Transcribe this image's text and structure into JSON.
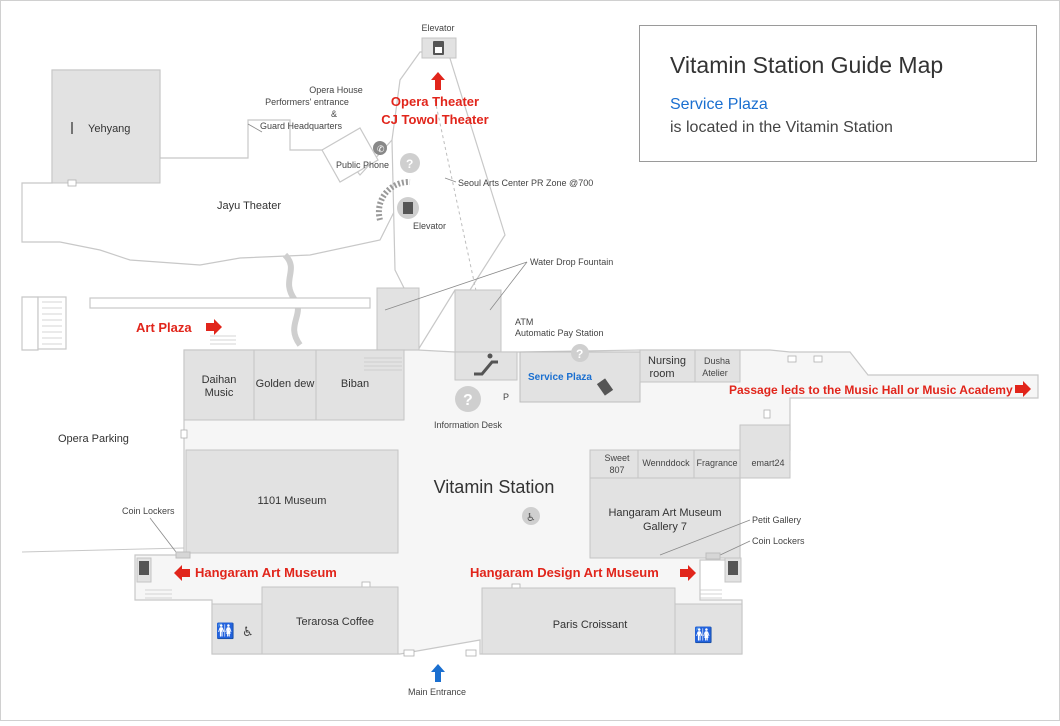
{
  "guide": {
    "title": "Vitamin Station Guide Map",
    "highlight": "Service Plaza",
    "description": "is located in the Vitamin Station"
  },
  "colors": {
    "accent_red": "#e1251b",
    "accent_blue": "#1a6fd0",
    "room_fill": "#e2e2e2",
    "outline": "#c8c8c8"
  },
  "places": {
    "yehyang": "Yehyang",
    "jayu_theater": "Jayu Theater",
    "opera_house_line1": "Opera House",
    "opera_house_line2": "Performers' entrance",
    "opera_house_line3": "&",
    "opera_house_line4": "Guard Headquarters",
    "public_phone": "Public Phone",
    "elevator_top": "Elevator",
    "elevator_mid": "Elevator",
    "opera_theater_line1": "Opera Theater",
    "opera_theater_line2": "CJ Towol Theater",
    "seoul_arts_center": "Seoul Arts Center PR Zone @700",
    "water_drop_fountain": "Water Drop Fountain",
    "art_plaza": "Art Plaza",
    "atm": "ATM",
    "automatic_pay_station": "Automatic Pay Station",
    "daihan_line1": "Daihan",
    "daihan_line2": "Music",
    "golden_dew": "Golden dew",
    "biban": "Biban",
    "service_plaza": "Service Plaza",
    "nursing_line1": "Nursing",
    "nursing_line2": "room",
    "dusha_line1": "Dusha",
    "dusha_line2": "Atelier",
    "passage": "Passage leds to the Music Hall or Music Academy",
    "information_desk": "Information Desk",
    "opera_parking": "Opera Parking",
    "vitamin_station": "Vitamin Station",
    "museum_1101": "1101 Museum",
    "coin_lockers_left": "Coin Lockers",
    "sweet_line1": "Sweet",
    "sweet_line2": "807",
    "wennddock": "Wennddock",
    "fragrance": "Fragrance",
    "emart24": "emart24",
    "hangaram_gallery_line1": "Hangaram Art Museum",
    "hangaram_gallery_line2": "Gallery 7",
    "petit_gallery": "Petit Gallery",
    "coin_lockers_right": "Coin Lockers",
    "hangaram_art_museum": "Hangaram Art Museum",
    "hangaram_design_art_museum": "Hangaram Design Art Museum",
    "terarosa_coffee": "Terarosa Coffee",
    "paris_croissant": "Paris Croissant",
    "main_entrance": "Main Entrance",
    "parking_sign": "P"
  },
  "icons": {
    "elevator": "elevator-icon",
    "phone": "phone-icon",
    "info": "question-icon",
    "escalator": "escalator-icon",
    "restroom": "restroom-icon",
    "accessible": "wheelchair-icon",
    "arrow": "arrow-icon"
  }
}
